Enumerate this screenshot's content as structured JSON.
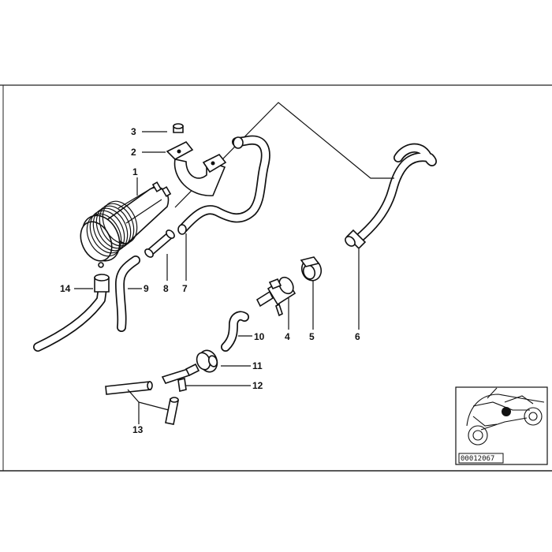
{
  "diagram": {
    "callouts": [
      {
        "id": "c1",
        "label": "1"
      },
      {
        "id": "c2",
        "label": "2"
      },
      {
        "id": "c3",
        "label": "3"
      },
      {
        "id": "c4",
        "label": "4"
      },
      {
        "id": "c5",
        "label": "5"
      },
      {
        "id": "c6",
        "label": "6"
      },
      {
        "id": "c7",
        "label": "7"
      },
      {
        "id": "c8",
        "label": "8"
      },
      {
        "id": "c9",
        "label": "9"
      },
      {
        "id": "c10",
        "label": "10"
      },
      {
        "id": "c11",
        "label": "11"
      },
      {
        "id": "c12",
        "label": "12"
      },
      {
        "id": "c13",
        "label": "13"
      },
      {
        "id": "c14",
        "label": "14"
      }
    ],
    "reference_number": "00012067"
  }
}
